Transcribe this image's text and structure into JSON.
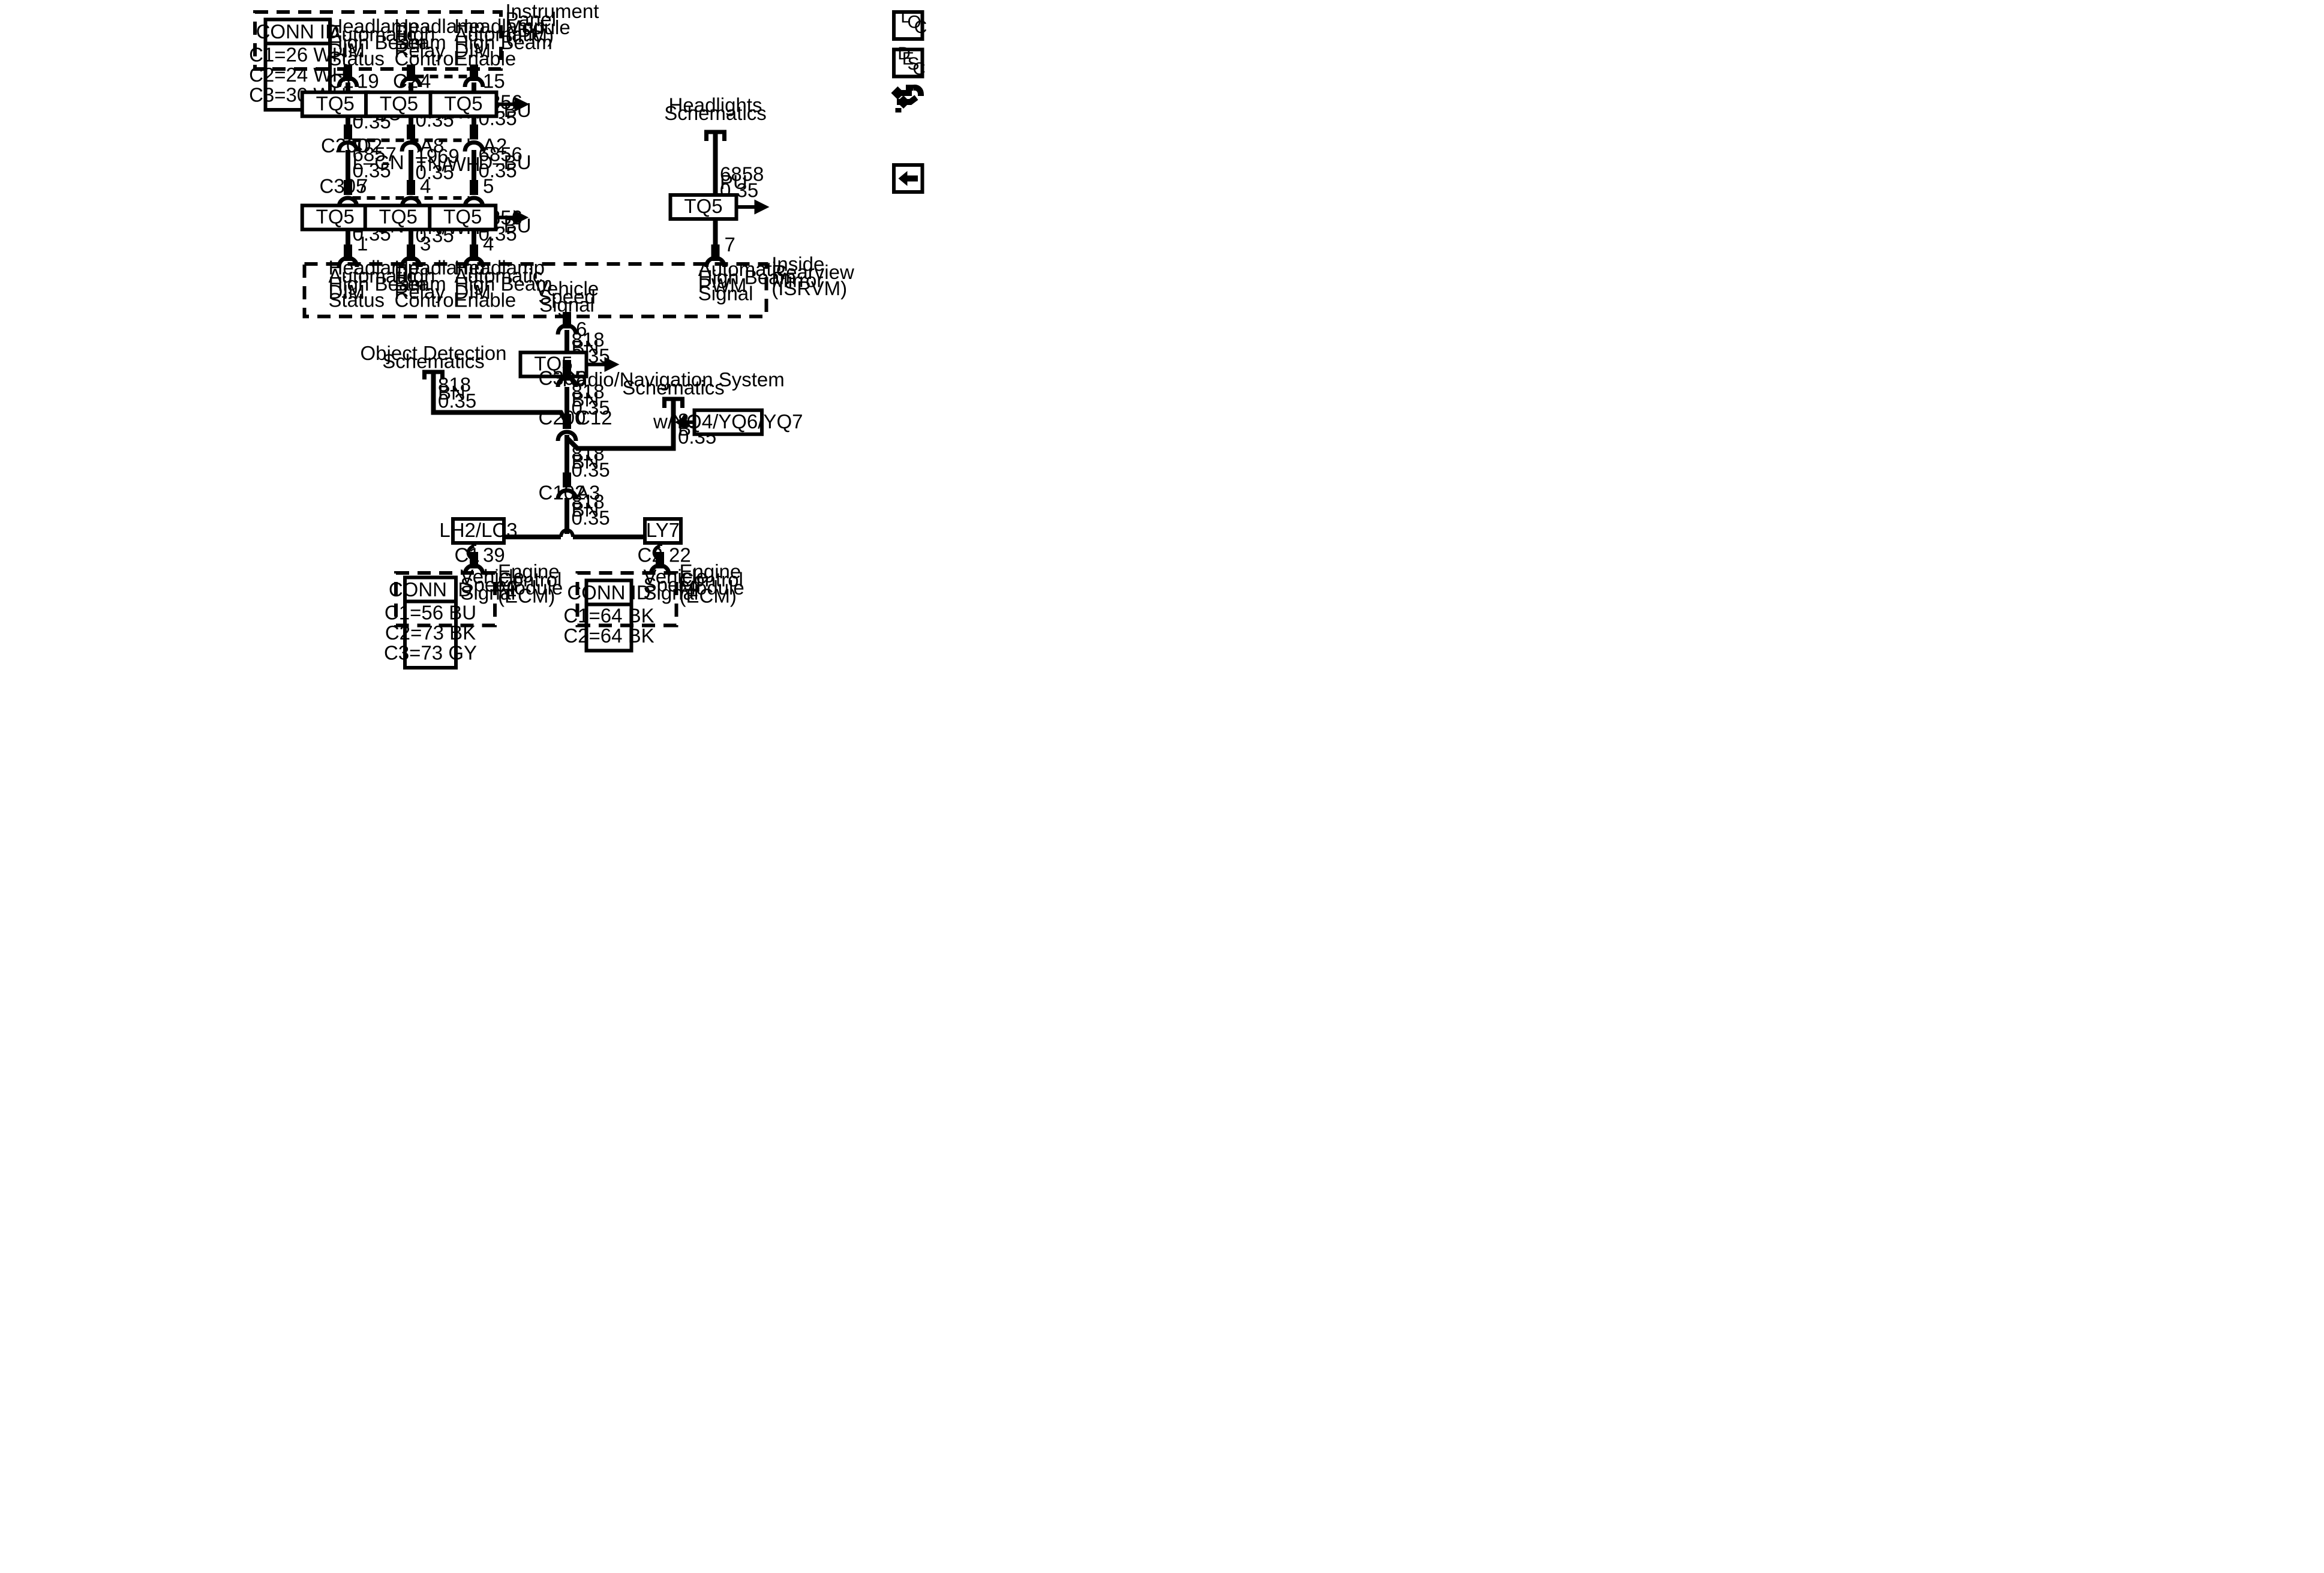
{
  "ipm": {
    "name_lines": [
      "Instrument",
      "Panel",
      "Module",
      "(IPM)"
    ],
    "conn_id_title": "CONN ID",
    "conn_id_lines": [
      "C1=26 WH",
      "C2=24 WH",
      "C3=30 WH"
    ],
    "pins": [
      {
        "label_lines": [
          "Headlamp",
          "Automatic",
          "High Beam",
          "DIM",
          "Status"
        ]
      },
      {
        "label_lines": [
          "Headlamp",
          "High",
          "Beam",
          "Relay",
          "Control"
        ]
      },
      {
        "label_lines": [
          "Headlamp",
          "Automatic",
          "High Beam",
          "DIM",
          "Enable"
        ]
      }
    ]
  },
  "isrvm": {
    "name_lines": [
      "Inside",
      "Rearview",
      "Mirror",
      "(ISRVM)"
    ],
    "pins": [
      {
        "label_lines": [
          "Headlamp",
          "Automatic",
          "High Beam",
          "DIM",
          "Status"
        ]
      },
      {
        "label_lines": [
          "Headlamp",
          "High",
          "Beam",
          "Relay",
          "Control"
        ]
      },
      {
        "label_lines": [
          "Headlamp",
          "Automatic",
          "High Beam",
          "DIM",
          "Enable"
        ]
      },
      {
        "label_lines": [
          "Automatic",
          "High Beam",
          "PWM",
          "Signal"
        ]
      }
    ],
    "vss_label_lines": [
      "Vehicle",
      "Speed",
      "Signal"
    ]
  },
  "circuits": {
    "col1": {
      "ipm_conn": "C1",
      "ipm_pin": "19",
      "seg1": [
        "6857",
        "L–BU",
        "0.35"
      ],
      "c200_pin": "D2",
      "seg2": [
        "6857",
        "L–GN",
        "0.35"
      ],
      "c305_pin": "7",
      "seg3": [
        "6857",
        "L–GN",
        "0.35"
      ],
      "isrvm_pin": "1"
    },
    "col2": {
      "ipm_conn": "C2",
      "ipm_pin": "4",
      "seg1": [
        "1969",
        "TN/WH",
        "0.35"
      ],
      "c200_pin": "A8",
      "seg2": [
        "1969",
        "TN/WH",
        "0.35"
      ],
      "c305_pin": "4",
      "seg3": [
        "1969",
        "TN/WH",
        "0.35"
      ],
      "isrvm_pin": "3"
    },
    "col3": {
      "ipm_pin": "15",
      "seg1": [
        "6856",
        "D–BU",
        "0.35"
      ],
      "c200_pin": "A2",
      "seg2": [
        "6856",
        "D–BU",
        "0.35"
      ],
      "c305_pin": "5",
      "seg3": [
        "6856",
        "D–BU",
        "0.35"
      ],
      "isrvm_pin": "4"
    },
    "pwm": {
      "source_lines": [
        "Headlights",
        "Schematics"
      ],
      "wire": [
        "6858",
        "PU",
        "0.35"
      ],
      "isrvm_pin": "7"
    },
    "vss": {
      "isrvm_pin": "6",
      "seg1": [
        "818",
        "BN",
        "0.35"
      ],
      "c305_pin": "8",
      "seg2": [
        "818",
        "BN",
        "0.35"
      ],
      "c200_pin": "C12",
      "seg3": [
        "818",
        "BN",
        "0.35"
      ],
      "c102_pin": "A3",
      "seg4": [
        "818",
        "BN",
        "0.35"
      ]
    },
    "object_detection": {
      "label_lines": [
        "Object Detection",
        "Schematics"
      ],
      "wire": [
        "818",
        "BN",
        "0.35"
      ]
    },
    "radio": {
      "label_lines": [
        "Radio/Navigation System",
        "Schematics"
      ],
      "wire": [
        "818",
        "BN",
        "0.35"
      ],
      "option": "w/YQ4/YQ6/YQ7"
    }
  },
  "connectors": {
    "c200": "C200",
    "c305": "C305",
    "c102": "C102"
  },
  "option_tag": "TQ5",
  "ecm_left": {
    "option": "LH2/LC3",
    "conn": "C1",
    "pin": "39",
    "pin_label_lines": [
      "Vehicle",
      "Speed",
      "Signal"
    ],
    "name_lines": [
      "Engine",
      "Control",
      "Module",
      "(ECM)"
    ],
    "conn_id_title": "CONN ID",
    "conn_id_lines": [
      "C1=56 BU",
      "C2=73 BK",
      "C3=73 GY"
    ]
  },
  "ecm_right": {
    "option": "LY7",
    "conn": "C2",
    "pin": "22",
    "pin_label_lines": [
      "Vehicle",
      "Speed",
      "Signal"
    ],
    "name_lines": [
      "Engine",
      "Control",
      "Module",
      "(ECM)"
    ],
    "conn_id_title": "CONN ID",
    "conn_id_lines": [
      "C1=64 BK",
      "C2=64 BK"
    ]
  },
  "side_buttons": {
    "loc": [
      "L",
      "O",
      "C"
    ],
    "desc": [
      "D",
      "E",
      "S",
      "C"
    ],
    "tools_icon": "tools-icon",
    "back_icon": "back-arrow-icon"
  }
}
